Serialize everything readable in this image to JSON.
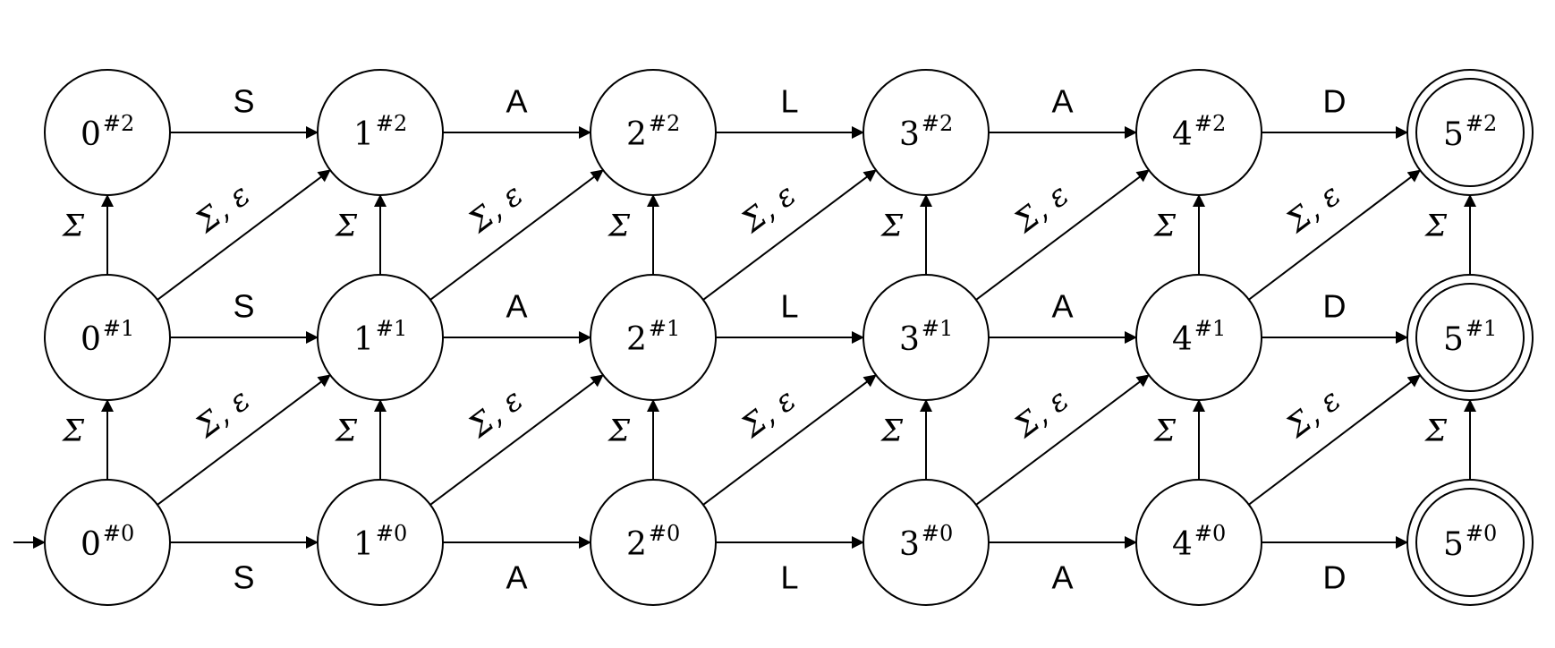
{
  "automaton": {
    "word": [
      "S",
      "A",
      "L",
      "A",
      "D"
    ],
    "positions": [
      "0",
      "1",
      "2",
      "3",
      "4",
      "5"
    ],
    "levels": [
      "#0",
      "#1",
      "#2"
    ],
    "vertical_label": "Σ",
    "diagonal_label": "Σ, ε",
    "accepting_column": 5,
    "start_state": "0#0",
    "nodes": [
      {
        "id": "0#0",
        "num": "0",
        "sup": "#0"
      },
      {
        "id": "1#0",
        "num": "1",
        "sup": "#0"
      },
      {
        "id": "2#0",
        "num": "2",
        "sup": "#0"
      },
      {
        "id": "3#0",
        "num": "3",
        "sup": "#0"
      },
      {
        "id": "4#0",
        "num": "4",
        "sup": "#0"
      },
      {
        "id": "5#0",
        "num": "5",
        "sup": "#0"
      },
      {
        "id": "0#1",
        "num": "0",
        "sup": "#1"
      },
      {
        "id": "1#1",
        "num": "1",
        "sup": "#1"
      },
      {
        "id": "2#1",
        "num": "2",
        "sup": "#1"
      },
      {
        "id": "3#1",
        "num": "3",
        "sup": "#1"
      },
      {
        "id": "4#1",
        "num": "4",
        "sup": "#1"
      },
      {
        "id": "5#1",
        "num": "5",
        "sup": "#1"
      },
      {
        "id": "0#2",
        "num": "0",
        "sup": "#2"
      },
      {
        "id": "1#2",
        "num": "1",
        "sup": "#2"
      },
      {
        "id": "2#2",
        "num": "2",
        "sup": "#2"
      },
      {
        "id": "3#2",
        "num": "3",
        "sup": "#2"
      },
      {
        "id": "4#2",
        "num": "4",
        "sup": "#2"
      },
      {
        "id": "5#2",
        "num": "5",
        "sup": "#2"
      }
    ]
  }
}
